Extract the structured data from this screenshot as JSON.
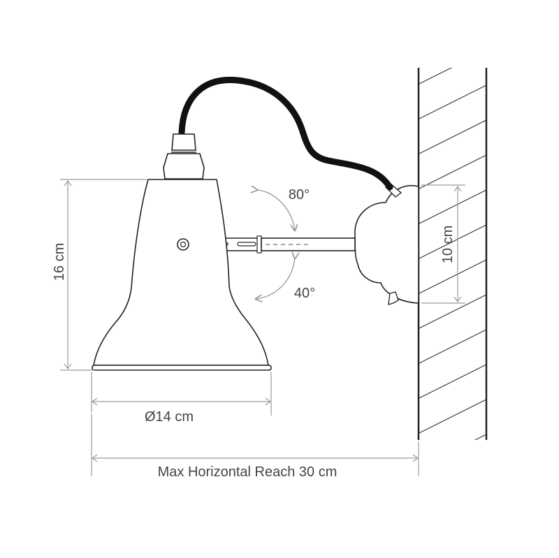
{
  "labels": {
    "height": "16 cm",
    "diameter": "Ø14 cm",
    "reach": "Max Horizontal Reach 30 cm",
    "backplate": "10 cm",
    "angle_up": "80°",
    "angle_down": "40°"
  },
  "colors": {
    "line": "#222222",
    "dimension": "#9a9a9a",
    "text": "#444444",
    "cable": "#111111",
    "background": "#ffffff"
  }
}
